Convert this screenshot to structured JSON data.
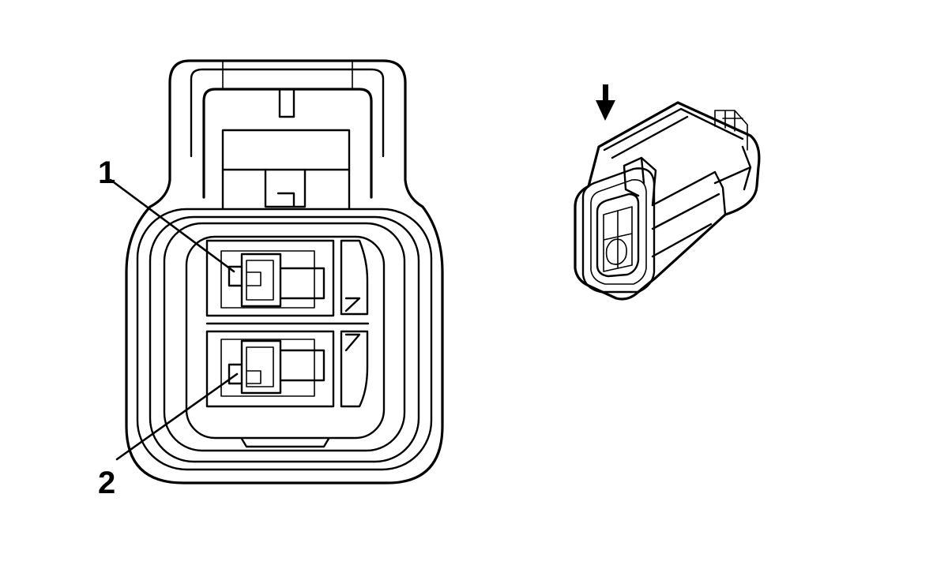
{
  "front_view": {
    "pins": [
      {
        "number": "1",
        "label": "1"
      },
      {
        "number": "2",
        "label": "2"
      }
    ]
  },
  "iso_view": {
    "arrow_icon": "down-arrow-icon"
  },
  "colors": {
    "line": "#000000",
    "background": "#ffffff"
  }
}
